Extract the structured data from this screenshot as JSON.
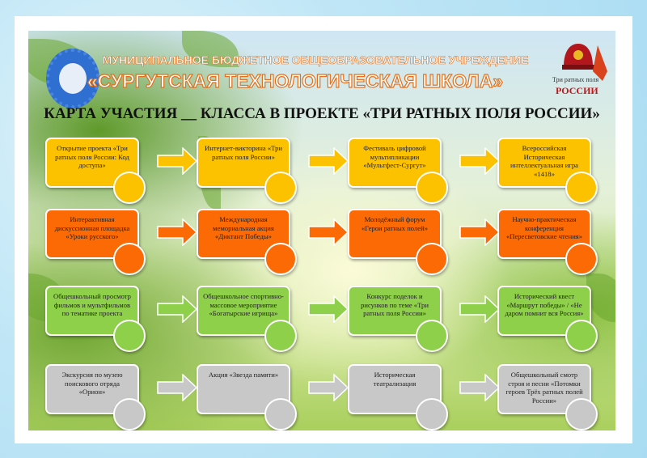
{
  "header": {
    "org_line": "МУНИЦИПАЛЬНОЕ БЮДЖЕТНОЕ ОБЩЕОБРАЗОВАТЕЛЬНОЕ УЧРЕЖДЕНИЕ",
    "school_name": "«СУРГУТСКАЯ ТЕХНОЛОГИЧЕСКАЯ ШКОЛА»",
    "emblem_text": "Три ратных поля",
    "emblem_russia": "РОССИИ",
    "title": "КАРТА УЧАСТИЯ __ КЛАССА В ПРОЕКТЕ «ТРИ РАТНЫХ ПОЛЯ РОССИИ»"
  },
  "colors": {
    "yellow": "#fcc200",
    "orange": "#fb6a05",
    "green": "#8fd04a",
    "gray": "#c8c8c8"
  },
  "rows": [
    {
      "color": "yellow",
      "items": [
        "Открытие проекта «Три ратных поля России: Код доступа»",
        "Интернет-викторина «Три ратных поля России»",
        "Фестиваль цифровой мультипликации «Мультфест-Сургут»",
        "Всероссийская Историческая интеллектуальная игра «1418»"
      ]
    },
    {
      "color": "orange",
      "items": [
        "Интерактивная дискуссионная площадка «Уроки русского»",
        "Международная мемориальная акция «Диктант Победы»",
        "Молодёжный форум «Герои ратных полей»",
        "Научно-практическая конференция «Пересветовские чтения»"
      ]
    },
    {
      "color": "green",
      "items": [
        "Общешкольный просмотр фильмов и мультфильмов по тематике проекта",
        "Общешкольное спортивно-массовое мероприятие «Богатырские игрища»",
        "Конкурс поделок и рисунков по теме «Три ратных поля России»",
        "Исторический квест «Маршрут победы» / «Не даром помнит вся Россия»"
      ]
    },
    {
      "color": "gray",
      "items": [
        "Экскурсия по музею поискового отряда «Орион»",
        "Акция «Звезда памяти»",
        "Историческая театрализация",
        "Общешкольный смотр строя и песни «Потомки героев Трёх ратных полей России»"
      ]
    }
  ]
}
